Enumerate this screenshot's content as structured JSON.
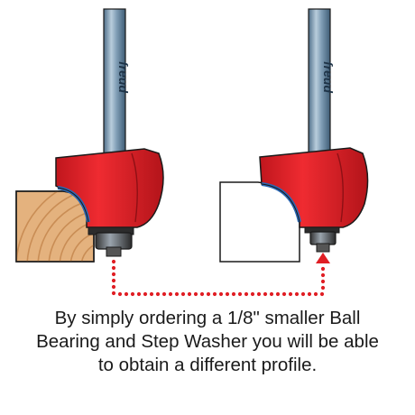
{
  "figure": {
    "brand_mark": "freud",
    "caption_lines": [
      "By simply ordering a 1/8\" smaller Ball",
      "Bearing and Step Washer you will be able",
      "to obtain a different profile."
    ],
    "colors": {
      "cutter_body": "#e11f26",
      "cutter_shadow": "#a8141a",
      "shank": "#6f8fa9",
      "shank_highlight": "#b9cddc",
      "carbide_edge": "#2b68b5",
      "wood": "#e4b27e",
      "wood_rings": "#c98d55",
      "arrow": "#e01e24",
      "outline": "#1a1a1a"
    },
    "parts": [
      "left-router-bit",
      "right-router-bit",
      "wood-workpiece",
      "blank-workpiece",
      "ball-bearing",
      "step-washer",
      "dotted-arrow"
    ]
  }
}
